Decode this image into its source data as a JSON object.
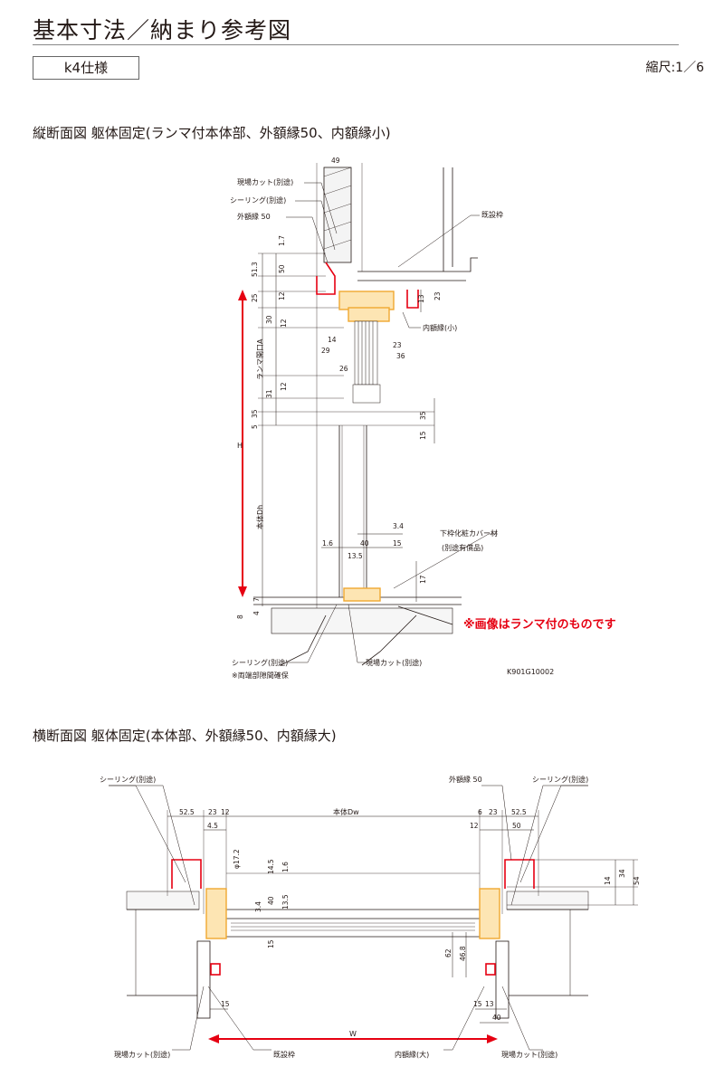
{
  "page": {
    "title": "基本寸法／納まり参考図",
    "spec": "k4仕様",
    "scale": "縮尺:1／6"
  },
  "vertical_section": {
    "title": "縦断面図 躯体固定(ランマ付本体部、外額縁50、内額縁小)",
    "labels": {
      "genba_cut_top": "現場カット(別途)",
      "sealing_top": "シーリング(別途)",
      "outer_frame": "外額縁 50",
      "existing_frame": "既設枠",
      "inner_frame_small": "内額縁(小)",
      "lower_frame_cover": "下枠化粧カバー材",
      "lower_frame_cover_note": "(別途有償品)",
      "sealing_bottom": "シーリング(別途)",
      "sealing_bottom_note": "※両端部隙間確保",
      "genba_cut_bottom": "現場カット(別途)",
      "ranma_opening": "ランマ開口A",
      "body_dh": "本体Dh",
      "h": "H"
    },
    "note": "※画像はランマ付のものです",
    "code": "K901G10002",
    "dims": [
      "49",
      "1.7",
      "50",
      "51.3",
      "25",
      "12",
      "30",
      "12",
      "14",
      "29",
      "26",
      "23",
      "36",
      "23",
      "13",
      "31",
      "12",
      "5",
      "35",
      "15",
      "35",
      "3.4",
      "1.6",
      "40",
      "15",
      "13.5",
      "17",
      "7",
      "8",
      "4"
    ]
  },
  "horizontal_section": {
    "title": "横断面図 躯体固定(本体部、外額縁50、内額縁大)",
    "labels": {
      "sealing_left": "シーリング(別途)",
      "outer_frame": "外額縁 50",
      "sealing_right": "シーリング(別途)",
      "body_dw": "本体Dw",
      "w": "W",
      "genba_cut_left": "現場カット(別途)",
      "existing_frame": "既設枠",
      "inner_frame_large": "内額縁(大)",
      "genba_cut_right": "現場カット(別途)",
      "phi": "φ17.2"
    },
    "dims": [
      "52.5",
      "23",
      "12",
      "4.5",
      "14.5",
      "1.6",
      "3.4",
      "40",
      "13.5",
      "15",
      "15",
      "6",
      "23",
      "52.5",
      "12",
      "50",
      "14",
      "34",
      "54",
      "62",
      "46.8",
      "15",
      "13",
      "40"
    ]
  },
  "colors": {
    "accent": "#e60012",
    "frame": "#f0a830",
    "line": "#231815"
  }
}
